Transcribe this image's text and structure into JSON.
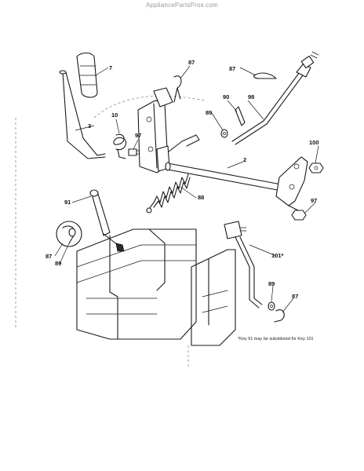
{
  "watermark": "AppliancePartsPros.com",
  "note": "*Key 91 may be substituted for Key 101",
  "callouts": {
    "c7": "7",
    "c87a": "87",
    "c87b": "87",
    "c87c": "87",
    "c87d": "87",
    "c3": "3",
    "c10": "10",
    "c97a": "97",
    "c97b": "97",
    "c90": "90",
    "c98": "98",
    "c89a": "89",
    "c89b": "89",
    "c89c": "89",
    "c100": "100",
    "c2": "2",
    "c88": "88",
    "c91": "91",
    "c101": "101*"
  }
}
